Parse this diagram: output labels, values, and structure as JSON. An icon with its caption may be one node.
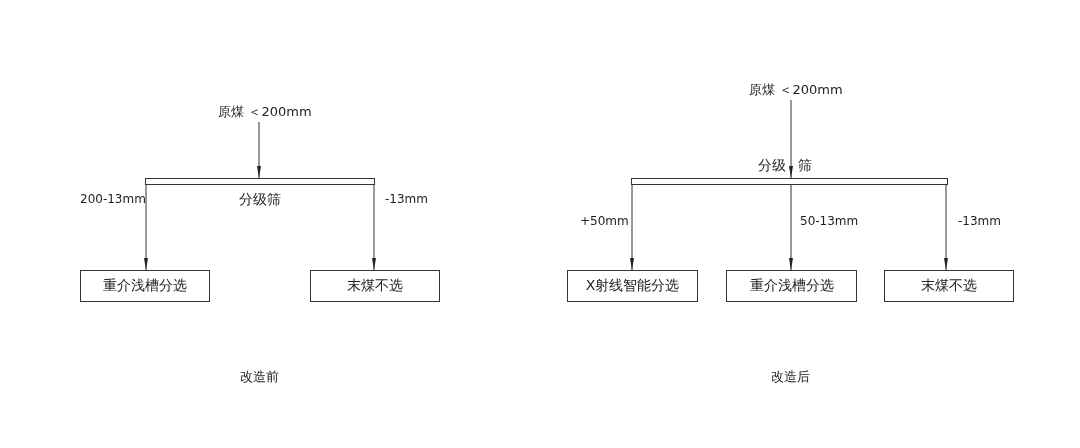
{
  "diagram": {
    "nodes": [
      {
        "text": [
          "原煤 ＜200mm"
        ]
      },
      {
        "text": [
          "分级筛"
        ]
      },
      {
        "text": [
          "重介浅槽分选"
        ]
      },
      {
        "text": [
          "末煤不选"
        ]
      },
      {
        "text": [
          "原煤 ＜200mm"
        ]
      },
      {
        "text": [
          "分级 筛"
        ]
      },
      {
        "text": [
          "X射线智能分选"
        ]
      },
      {
        "text": [
          "重介浅槽分选"
        ]
      },
      {
        "text": [
          "末煤不选"
        ]
      }
    ],
    "edges": [
      {
        "from": 0,
        "to": 1,
        "arrow": "to"
      },
      {
        "from": 1,
        "to": 2,
        "arrow": "to",
        "label": "200-13mm"
      },
      {
        "from": 1,
        "to": 3,
        "arrow": "to",
        "label": "-13mm"
      },
      {
        "from": 4,
        "to": 5,
        "arrow": "to"
      },
      {
        "from": 5,
        "to": 6,
        "arrow": "to",
        "label": "+50mm"
      },
      {
        "from": 5,
        "to": 7,
        "arrow": "to",
        "label": "50-13mm"
      },
      {
        "from": 5,
        "to": 8,
        "arrow": "to",
        "label": "-13mm"
      }
    ],
    "labels": [
      "改造前",
      "改造后"
    ]
  }
}
